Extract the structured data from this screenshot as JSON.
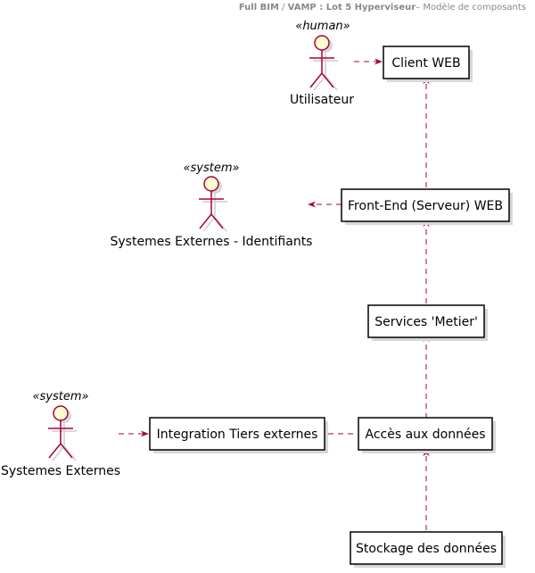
{
  "header": {
    "part1": "Full BIM",
    "sep": " / ",
    "part2": "VAMP : Lot 5 Hyperviseur",
    "part3": "– Modèle de composants"
  },
  "actors": {
    "utilisateur": {
      "label": "Utilisateur",
      "stereotype": "«human»"
    },
    "ext_ident": {
      "label": "Systemes Externes - Identifiants",
      "stereotype": "«system»"
    },
    "ext": {
      "label": "Systemes Externes",
      "stereotype": "«system»"
    }
  },
  "components": {
    "client_web": "Client WEB",
    "front_end": "Front-End (Serveur) WEB",
    "services": "Services 'Metier'",
    "integration": "Integration Tiers externes",
    "acces": "Accès aux données",
    "stockage": "Stockage des données"
  },
  "colors": {
    "link": "#a80036",
    "actor_fill": "#fefece",
    "component_border": "#000000"
  }
}
